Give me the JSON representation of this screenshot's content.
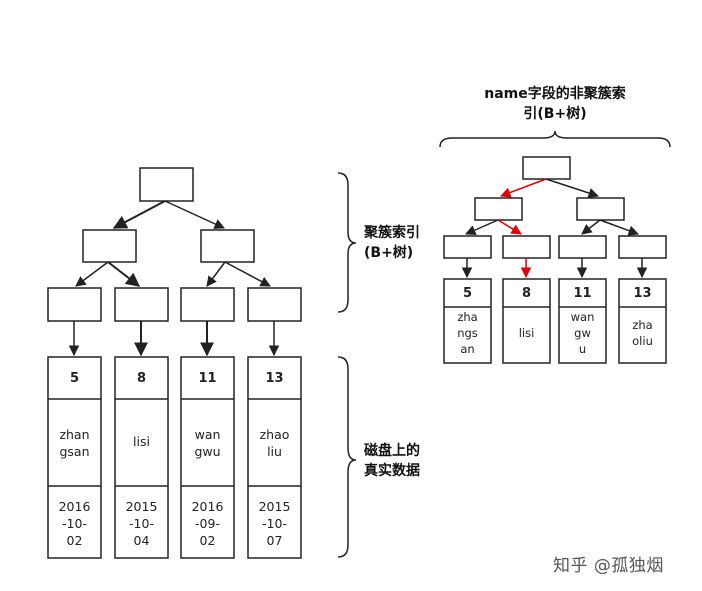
{
  "clustered": {
    "label": "聚簇索引\n(B+树)",
    "leaves": [
      {
        "key": "5",
        "name": "zhan\ngsan",
        "date": "2016\n-10-\n02"
      },
      {
        "key": "8",
        "name": "lisi",
        "date": "2015\n-10-\n04"
      },
      {
        "key": "11",
        "name": "wan\ngwu",
        "date": "2016\n-09-\n02"
      },
      {
        "key": "13",
        "name": "zhao\nliu",
        "date": "2015\n-10-\n07"
      }
    ]
  },
  "disk_label": "磁盘上的\n真实数据",
  "secondary": {
    "title": "name字段的非聚簇索\n引(B+树)",
    "leaves": [
      {
        "key": "5",
        "name": "zha\nngs\nan"
      },
      {
        "key": "8",
        "name": "lisi"
      },
      {
        "key": "11",
        "name": "wan\ngw\nu"
      },
      {
        "key": "13",
        "name": "zha\noliu"
      }
    ]
  },
  "watermark": "知乎 @孤独烟",
  "colors": {
    "line": "#222222",
    "highlight": "#e00000"
  }
}
